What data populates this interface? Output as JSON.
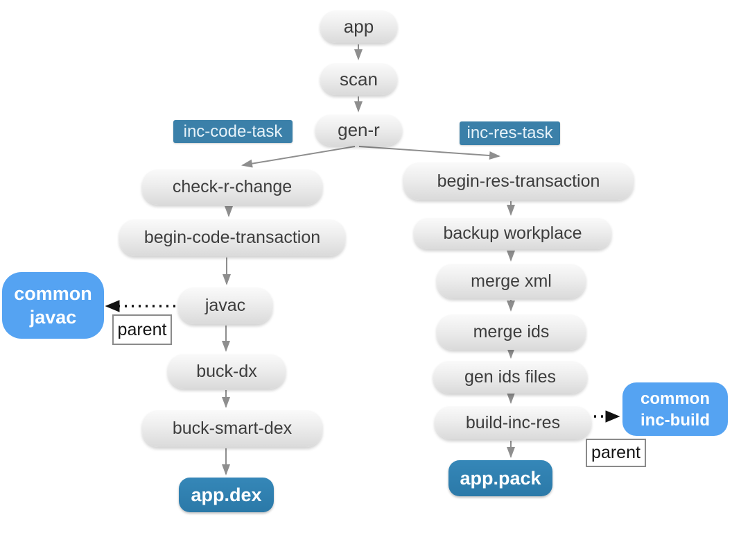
{
  "diagram": {
    "title_implicit": "incremental build task graph",
    "colors": {
      "background": "#ffffff",
      "task_node_fill_top": "#fafafa",
      "task_node_fill_bottom": "#dadada",
      "task_node_text": "#3d3d3d",
      "branch_label_bg": "#3b80a9",
      "branch_label_text": "#e6f2f9",
      "terminal_node_bg": "#2e7dad",
      "terminal_node_text": "#ffffff",
      "parent_node_bg": "#55a3f2",
      "parent_node_text": "#ffffff",
      "parent_tag_border": "#8a8a8a",
      "solid_arrow": "#8e8e8e",
      "dotted_arrow": "#111111"
    },
    "nodes": {
      "app": {
        "label": "app"
      },
      "scan": {
        "label": "scan"
      },
      "gen_r": {
        "label": "gen-r"
      },
      "inc_code_task": {
        "label": "inc-code-task"
      },
      "inc_res_task": {
        "label": "inc-res-task"
      },
      "check_r_change": {
        "label": "check-r-change"
      },
      "begin_code_transaction": {
        "label": "begin-code-transaction"
      },
      "javac": {
        "label": "javac"
      },
      "buck_dx": {
        "label": "buck-dx"
      },
      "buck_smart_dex": {
        "label": "buck-smart-dex"
      },
      "app_dex": {
        "label": "app.dex"
      },
      "begin_res_transaction": {
        "label": "begin-res-transaction"
      },
      "backup_workplace": {
        "label": "backup workplace"
      },
      "merge_xml": {
        "label": "merge xml"
      },
      "merge_ids": {
        "label": "merge ids"
      },
      "gen_ids_files": {
        "label": "gen ids files"
      },
      "build_inc_res": {
        "label": "build-inc-res"
      },
      "app_pack": {
        "label": "app.pack"
      },
      "common_javac": {
        "line1": "common",
        "line2": "javac"
      },
      "common_inc_build": {
        "line1": "common",
        "line2": "inc-build"
      },
      "parent_left": {
        "label": "parent"
      },
      "parent_right": {
        "label": "parent"
      }
    },
    "edges": [
      {
        "from": "app",
        "to": "scan",
        "style": "solid"
      },
      {
        "from": "scan",
        "to": "gen-r",
        "style": "solid"
      },
      {
        "from": "gen-r",
        "to": "check-r-change",
        "style": "solid"
      },
      {
        "from": "gen-r",
        "to": "begin-res-transaction",
        "style": "solid"
      },
      {
        "from": "check-r-change",
        "to": "begin-code-transaction",
        "style": "solid"
      },
      {
        "from": "begin-code-transaction",
        "to": "javac",
        "style": "solid"
      },
      {
        "from": "javac",
        "to": "buck-dx",
        "style": "solid"
      },
      {
        "from": "buck-dx",
        "to": "buck-smart-dex",
        "style": "solid"
      },
      {
        "from": "buck-smart-dex",
        "to": "app.dex",
        "style": "solid"
      },
      {
        "from": "begin-res-transaction",
        "to": "backup workplace",
        "style": "solid"
      },
      {
        "from": "backup workplace",
        "to": "merge xml",
        "style": "solid"
      },
      {
        "from": "merge xml",
        "to": "merge ids",
        "style": "solid"
      },
      {
        "from": "merge ids",
        "to": "gen ids files",
        "style": "solid"
      },
      {
        "from": "gen ids files",
        "to": "build-inc-res",
        "style": "solid"
      },
      {
        "from": "build-inc-res",
        "to": "app.pack",
        "style": "solid"
      },
      {
        "from": "javac",
        "to": "common javac",
        "style": "dotted",
        "label": "parent"
      },
      {
        "from": "build-inc-res",
        "to": "common inc-build",
        "style": "dotted",
        "label": "parent"
      }
    ]
  }
}
